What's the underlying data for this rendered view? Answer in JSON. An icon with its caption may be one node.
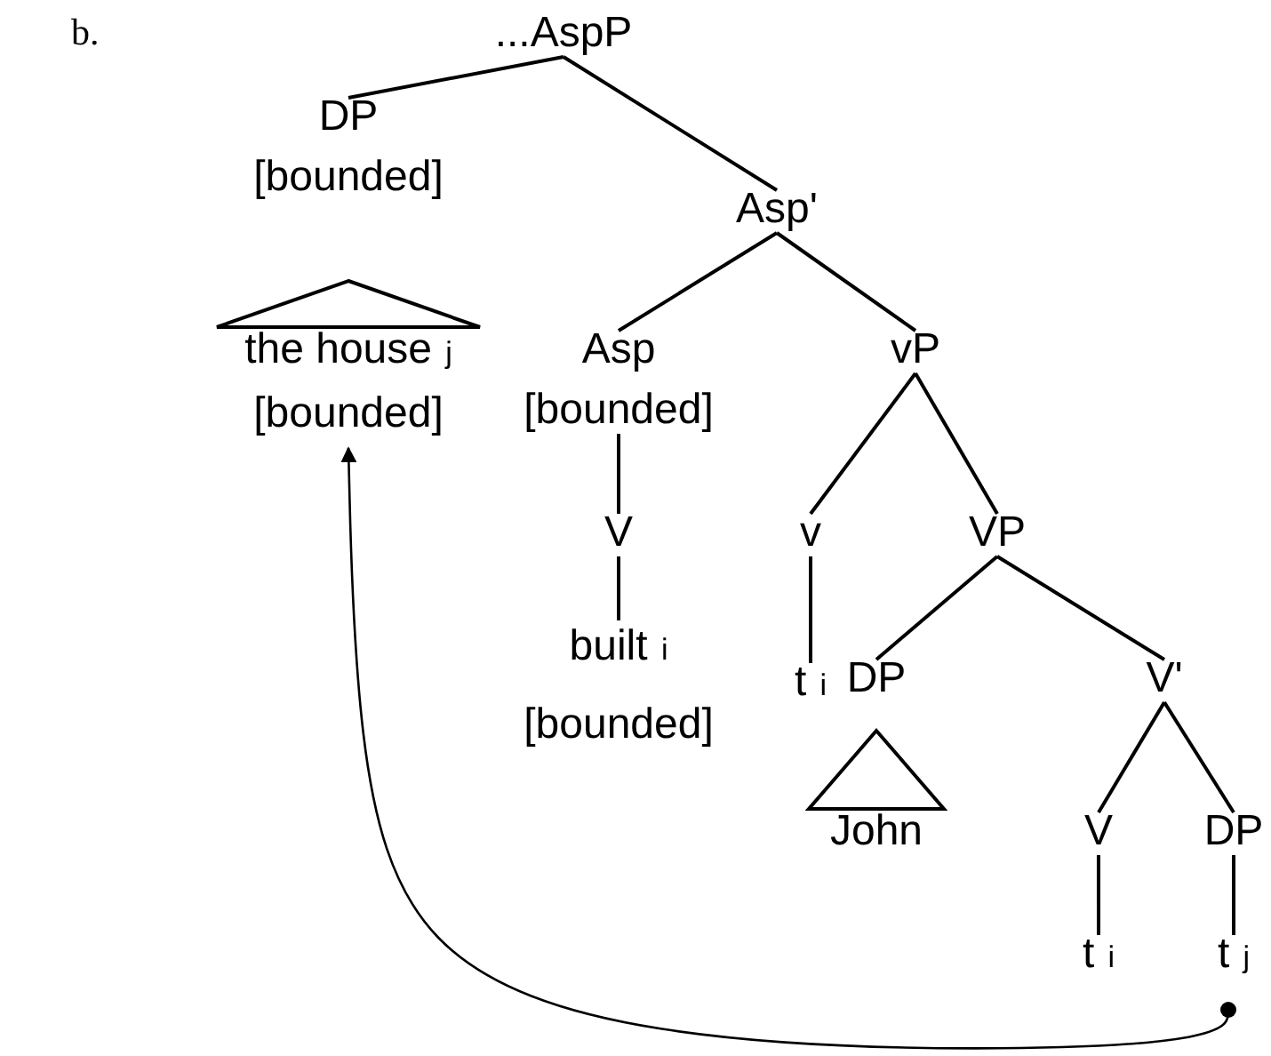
{
  "diagram": {
    "nodes": [
      {
        "text": [
          "...AspP"
        ]
      },
      {
        "text": [
          "DP",
          "[bounded]"
        ]
      },
      {
        "text": [
          "the house $_{j}$",
          "[bounded]"
        ]
      },
      {
        "text": [
          "Asp'"
        ]
      },
      {
        "text": [
          "Asp",
          "[bounded]"
        ]
      },
      {
        "text": [
          "vP"
        ]
      },
      {
        "text": [
          "V"
        ]
      },
      {
        "text": [
          "built $_{i}$",
          "[bounded]"
        ]
      },
      {
        "text": [
          "v"
        ]
      },
      {
        "text": [
          "VP"
        ]
      },
      {
        "text": [
          "t $_{i}$"
        ]
      },
      {
        "text": [
          "DP"
        ]
      },
      {
        "text": [
          "V'"
        ]
      },
      {
        "text": [
          "John"
        ]
      },
      {
        "text": [
          "V"
        ]
      },
      {
        "text": [
          "DP"
        ]
      },
      {
        "text": [
          "t $_{i}$"
        ]
      },
      {
        "text": [
          "t $_{j}$"
        ]
      }
    ],
    "edges": [
      {
        "from": 0,
        "to": 1,
        "arrow": "none"
      },
      {
        "from": 0,
        "to": 3,
        "arrow": "none"
      },
      {
        "from": 1,
        "to": 2,
        "arrow": "none"
      },
      {
        "from": 3,
        "to": 4,
        "arrow": "none"
      },
      {
        "from": 3,
        "to": 5,
        "arrow": "none"
      },
      {
        "from": 4,
        "to": 6,
        "arrow": "none"
      },
      {
        "from": 6,
        "to": 7,
        "arrow": "none"
      },
      {
        "from": 5,
        "to": 8,
        "arrow": "none"
      },
      {
        "from": 5,
        "to": 9,
        "arrow": "none"
      },
      {
        "from": 8,
        "to": 10,
        "arrow": "none"
      },
      {
        "from": 9,
        "to": 11,
        "arrow": "none"
      },
      {
        "from": 9,
        "to": 12,
        "arrow": "none"
      },
      {
        "from": 11,
        "to": 13,
        "arrow": "none"
      },
      {
        "from": 12,
        "to": 14,
        "arrow": "none"
      },
      {
        "from": 12,
        "to": 15,
        "arrow": "none"
      },
      {
        "from": 14,
        "to": 16,
        "arrow": "none"
      },
      {
        "from": 15,
        "to": 17,
        "arrow": "none"
      },
      {
        "from": 17,
        "to": 2,
        "arrow": "to"
      }
    ],
    "labels": [
      "b."
    ]
  }
}
